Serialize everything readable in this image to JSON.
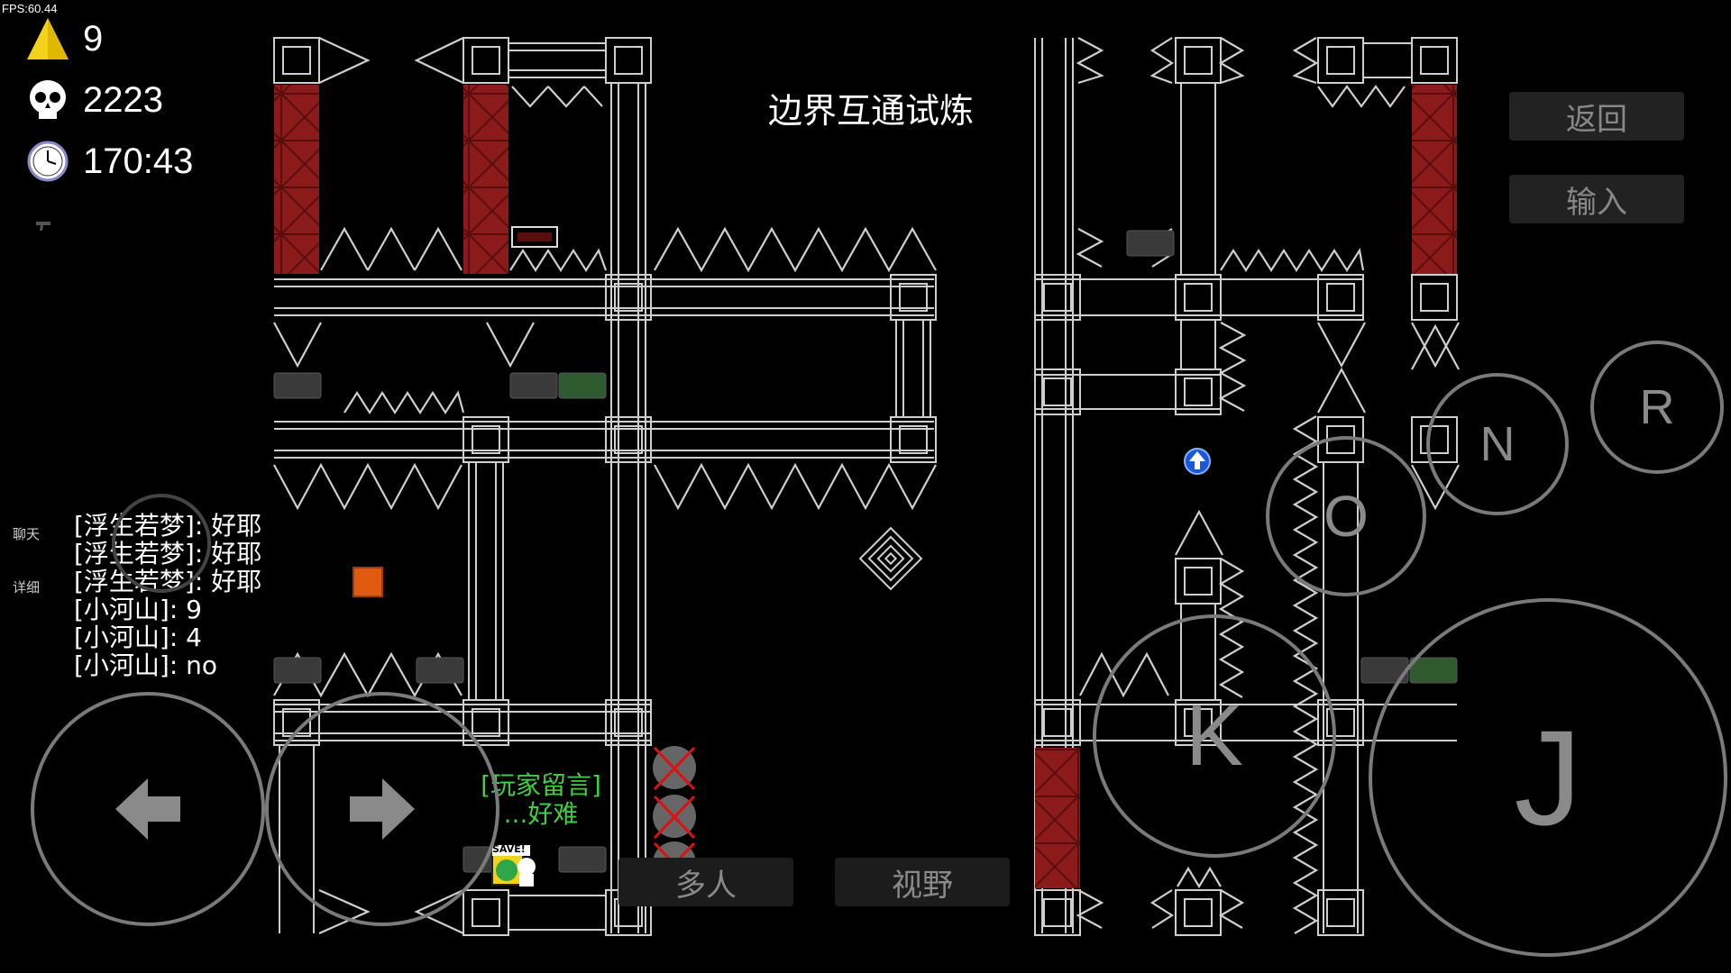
{
  "hud": {
    "fps": "FPS:60.44",
    "coins": "9",
    "deaths": "2223",
    "time": "170:43"
  },
  "level": {
    "title": "边界互通试炼"
  },
  "menu": {
    "back_label": "返回",
    "input_label": "输入"
  },
  "bottom": {
    "multiplayer_label": "多人",
    "view_label": "视野"
  },
  "chat": {
    "tab_chat": "聊天",
    "tab_detail": "详细",
    "lines": [
      "[浮生若梦]: 好耶",
      "[浮生若梦]: 好耶",
      "[浮生若梦]: 好耶",
      "[小河山]: 9",
      "[小河山]: 4",
      "[小河山]: no"
    ]
  },
  "player_message": {
    "header": "[玩家留言]",
    "text": "...好难"
  },
  "save_label": "SAVE!",
  "controls": {
    "n": "N",
    "r": "R",
    "o": "O",
    "k": "K",
    "j": "J"
  },
  "colors": {
    "background": "#000000",
    "wall_line": "#d0d0d0",
    "red_block": "#8b1a1a",
    "coin": "#f2d21b",
    "orange_block": "#e05a10",
    "message_green": "#3fcf3f",
    "button_bg": "#222222",
    "control_ring": "#7a7a7a"
  },
  "icons": [
    "triangle-coin-icon",
    "skull-icon",
    "clock-icon",
    "gun-icon",
    "left-arrow-icon",
    "right-arrow-icon",
    "blue-up-arrow-icon"
  ]
}
